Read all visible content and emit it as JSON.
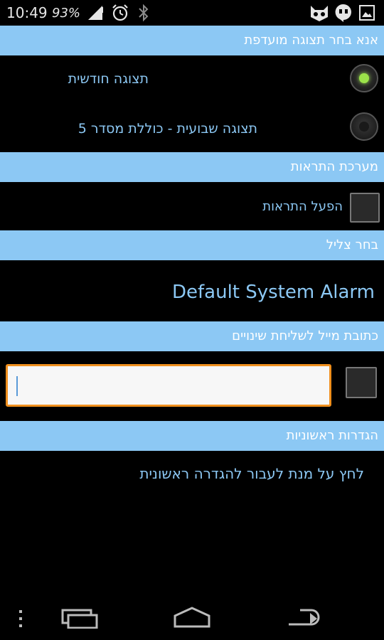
{
  "status_bar": {
    "time": "10:49",
    "battery": "93%",
    "icons": [
      "signal-icon",
      "alarm-icon",
      "bluetooth-icon",
      "cat-notification-icon",
      "hangouts-icon",
      "image-icon"
    ]
  },
  "sections": {
    "view": {
      "header": "אנא בחר תצוגה מועדפת",
      "options": [
        {
          "label": "תצוגה חודשית",
          "selected": true
        },
        {
          "label": "תצוגה שבועית - כוללת מסדר 5",
          "selected": false
        }
      ]
    },
    "alerts": {
      "header": "מערכת התראות",
      "toggle_label": "הפעל התראות",
      "checked": false
    },
    "ringtone": {
      "header": "בחר צליל",
      "value": "Default System Alarm"
    },
    "email": {
      "header": "כתובת מייל לשליחת שינויים",
      "input_value": "",
      "checked": false
    },
    "initial_settings": {
      "header": "הגדרות ראשוניות",
      "link": "לחץ על מנת לעבור להגדרה ראשונית"
    }
  },
  "colors": {
    "header_bg": "#8cc8f4",
    "accent_text": "#8cc8f4",
    "radio_selected": "#9be34a",
    "input_border": "#f0901e"
  },
  "nav_bar": {
    "buttons": [
      "menu-icon",
      "recent-apps-icon",
      "home-icon",
      "back-icon"
    ]
  }
}
